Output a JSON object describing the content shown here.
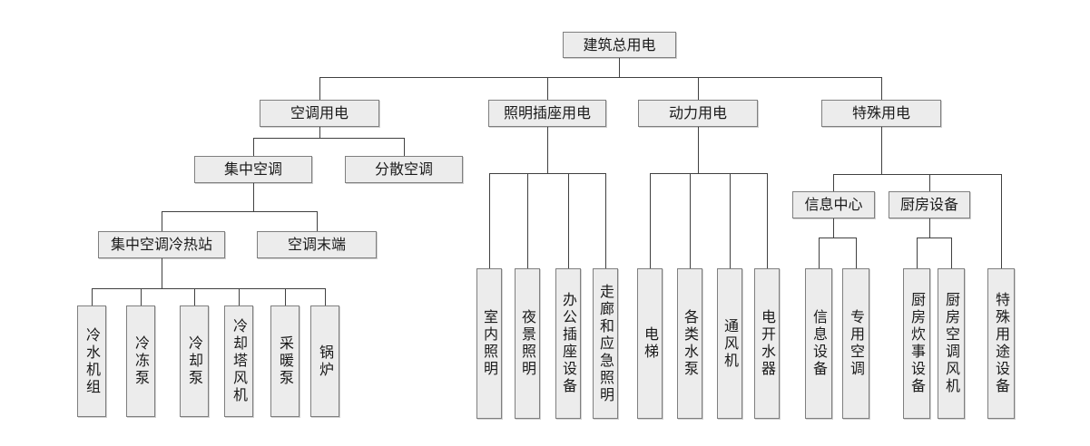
{
  "diagram": {
    "root": {
      "label": "建筑总用电",
      "children": [
        {
          "label": "空调用电",
          "children": [
            {
              "label": "集中空调",
              "children": [
                {
                  "label": "集中空调冷热站",
                  "children": [
                    {
                      "label": "冷水机组"
                    },
                    {
                      "label": "冷冻泵"
                    },
                    {
                      "label": "冷却泵"
                    },
                    {
                      "label": "冷却塔风机"
                    },
                    {
                      "label": "采暖泵"
                    },
                    {
                      "label": "锅炉"
                    }
                  ]
                },
                {
                  "label": "空调末端"
                }
              ]
            },
            {
              "label": "分散空调"
            }
          ]
        },
        {
          "label": "照明插座用电",
          "children": [
            {
              "label": "室内照明"
            },
            {
              "label": "夜景照明"
            },
            {
              "label": "办公插座设备"
            },
            {
              "label": "走廊和应急照明"
            }
          ]
        },
        {
          "label": "动力用电",
          "children": [
            {
              "label": "电梯"
            },
            {
              "label": "各类水泵"
            },
            {
              "label": "通风机"
            },
            {
              "label": "电开水器"
            }
          ]
        },
        {
          "label": "特殊用电",
          "children": [
            {
              "label": "信息中心",
              "children": [
                {
                  "label": "信息设备"
                },
                {
                  "label": "专用空调"
                }
              ]
            },
            {
              "label": "厨房设备",
              "children": [
                {
                  "label": "厨房炊事设备"
                },
                {
                  "label": "厨房空调风机"
                }
              ]
            },
            {
              "label": "特殊用途设备"
            }
          ]
        }
      ]
    }
  },
  "colors": {
    "background": "#ffffff",
    "box_fill": "#ececec",
    "box_border": "#7f7f7f",
    "connector": "#404040",
    "text": "#1a1a1a"
  }
}
